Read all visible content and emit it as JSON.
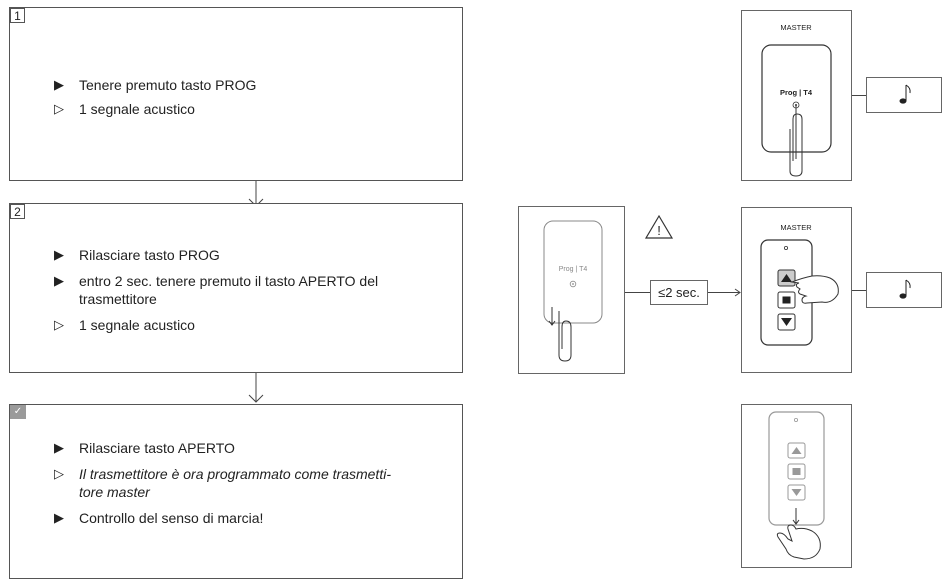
{
  "steps": [
    {
      "num": "1",
      "bullets": [
        {
          "sym": "▶",
          "text": "Tenere premuto tasto PROG"
        },
        {
          "sym": "▷",
          "text": "1 segnale acustico"
        }
      ]
    },
    {
      "num": "2",
      "bullets": [
        {
          "sym": "▶",
          "text": "Rilasciare tasto PROG"
        },
        {
          "sym": "▶",
          "text": "entro 2 sec. tenere premuto il tasto APERTO del"
        },
        {
          "sym": "",
          "text": "trasmettitore"
        },
        {
          "sym": "▷",
          "text": "1 segnale acustico"
        }
      ]
    },
    {
      "num": "✓",
      "bullets": [
        {
          "sym": "▶",
          "text": "Rilasciare tasto APERTO"
        },
        {
          "sym": "▷",
          "text": "Il trasmettitore è ora programmato come trasmetti-"
        },
        {
          "sym": "",
          "text": "tore master"
        },
        {
          "sym": "▶",
          "text": "Controllo del senso di marcia!"
        }
      ]
    }
  ],
  "diagram": {
    "master_label": "MASTER",
    "prog_label": "Prog | T4",
    "time_label": "≤2 sec.",
    "warning_symbol": "!",
    "arrow_down": "↓",
    "up_symbol": "▲",
    "stop_symbol": "■",
    "down_symbol": "▼",
    "note_icon": "music-note-icon",
    "hand_icon": "pointing-hand-icon",
    "clip_icon": "paperclip-icon"
  }
}
